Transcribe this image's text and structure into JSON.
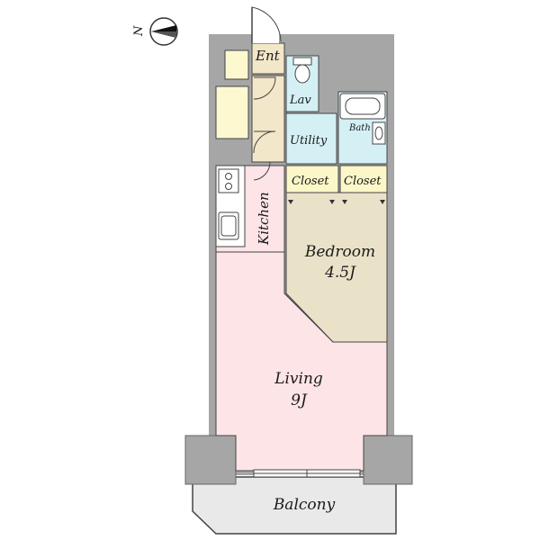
{
  "compass": {
    "label": "N"
  },
  "rooms": {
    "entrance": "Ent",
    "lavatory": "Lav",
    "bath": "Bath",
    "utility": "Utility",
    "closet_1": "Closet",
    "closet_2": "Closet",
    "kitchen": "Kitchen",
    "bedroom": "Bedroom",
    "bedroom_size": "4.5J",
    "living": "Living",
    "living_size": "9J",
    "balcony": "Balcony"
  },
  "colors": {
    "wall": "#a6a6a6",
    "living": "#fde4e6",
    "bedroom": "#eae2c8",
    "wet_area": "#d4f0f5",
    "closet": "#fbf7c8",
    "storage": "#fdf8d0",
    "entry": "#f3e7c9",
    "balcony": "#e9e9e9"
  }
}
